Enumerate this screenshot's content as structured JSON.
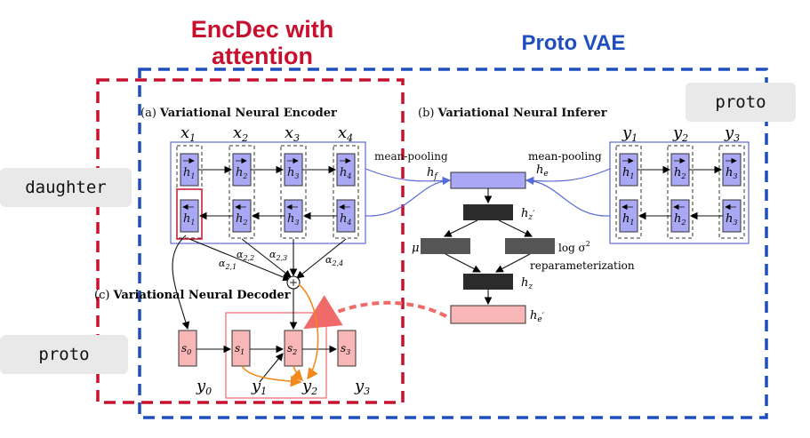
{
  "headings": {
    "encdec_line1": "EncDec with",
    "encdec_line2": "attention",
    "protovae": "Proto VAE"
  },
  "side_labels": {
    "proto_top_right": "proto",
    "daughter": "daughter",
    "proto_left": "proto"
  },
  "encoder": {
    "caption_prefix": "(a)",
    "caption_title": "Variational Neural Encoder",
    "inputs": [
      "x",
      "x",
      "x",
      "x"
    ],
    "input_subs": [
      "1",
      "2",
      "3",
      "4"
    ],
    "forward_states": [
      "1",
      "2",
      "3",
      "4"
    ],
    "backward_states": [
      "1",
      "2",
      "3",
      "4"
    ],
    "pooling": "mean-pooling",
    "pooled": "h",
    "pooled_sub": "f"
  },
  "inferer": {
    "caption_prefix": "(b)",
    "caption_title": "Variational Neural Inferer",
    "hz_prime": "h",
    "hz_prime_sub": "z",
    "mu": "μ",
    "log_sigma": "log σ",
    "log_sigma_sup": "2",
    "reparam": "reparameterization",
    "hz": "h",
    "hz_sub": "z",
    "he_prime": "h",
    "he_prime_sub": "e"
  },
  "proto_encoder": {
    "inputs": [
      "y",
      "y",
      "y"
    ],
    "input_subs": [
      "1",
      "2",
      "3"
    ],
    "states": [
      "1",
      "2",
      "3"
    ],
    "pooling": "mean-pooling",
    "pooled": "h",
    "pooled_sub": "e"
  },
  "attention": {
    "weights": [
      {
        "sub": "2,1"
      },
      {
        "sub": "2,2"
      },
      {
        "sub": "2,3"
      },
      {
        "sub": "2,4"
      }
    ],
    "symbol": "α",
    "combine": "+"
  },
  "decoder": {
    "caption_prefix": "(c)",
    "caption_title": "Variational Neural Decoder",
    "states": [
      {
        "sub": "0"
      },
      {
        "sub": "1"
      },
      {
        "sub": "2"
      },
      {
        "sub": "3"
      }
    ],
    "state_symbol": "s",
    "outputs": [
      {
        "sub": "0"
      },
      {
        "sub": "1"
      },
      {
        "sub": "2"
      },
      {
        "sub": "3"
      }
    ],
    "output_symbol": "y"
  },
  "colors": {
    "encdec_red": "#c8102e",
    "protovae_blue": "#1f4fbf",
    "node_purple": "#a9a8f5",
    "node_pink": "#f8b6b6",
    "dark_node": "#2b2b2b",
    "orange_arrow": "#f08a1c",
    "pink_dashed_arrow": "#f06a6a",
    "connector_blue": "#5a6ad6",
    "label_bg": "#e9e9e9"
  }
}
